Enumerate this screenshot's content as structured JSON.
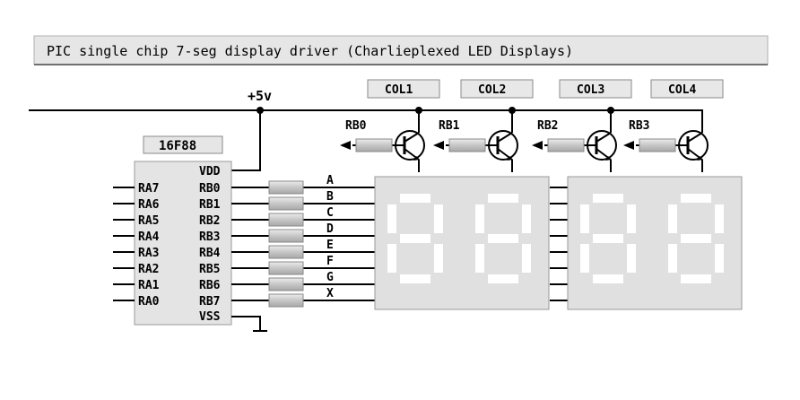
{
  "title": "PIC single chip 7-seg display driver (Charlieplexed LED Displays)",
  "supply_label": "+5v",
  "chip": {
    "name": "16F88",
    "vdd": "VDD",
    "vss": "VSS",
    "ra_pins": [
      "RA7",
      "RA6",
      "RA5",
      "RA4",
      "RA3",
      "RA2",
      "RA1",
      "RA0"
    ],
    "rb_pins": [
      "RB0",
      "RB1",
      "RB2",
      "RB3",
      "RB4",
      "RB5",
      "RB6",
      "RB7"
    ]
  },
  "segment_lines": [
    "A",
    "B",
    "C",
    "D",
    "E",
    "F",
    "G",
    "X"
  ],
  "columns": [
    {
      "label": "COL1",
      "driver": "RB0"
    },
    {
      "label": "COL2",
      "driver": "RB1"
    },
    {
      "label": "COL3",
      "driver": "RB2"
    },
    {
      "label": "COL4",
      "driver": "RB3"
    }
  ],
  "colors": {
    "ink": "#000000",
    "panel": "#e0e0e0",
    "panel_border": "#9a9a9a",
    "segment": "#ffffff",
    "label_box": "#e8e8e8",
    "resistor": "#c8c8c8"
  }
}
